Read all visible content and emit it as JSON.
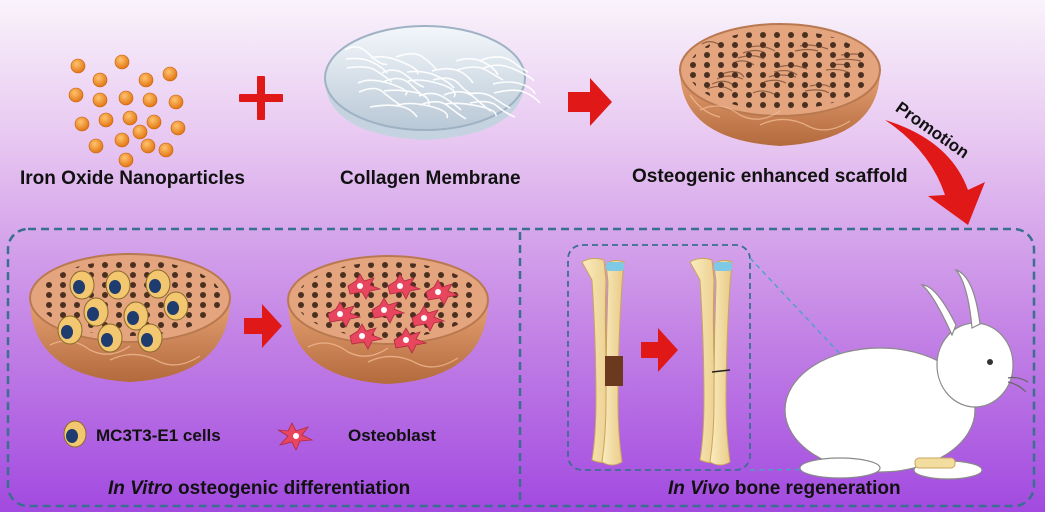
{
  "labels": {
    "iron_oxide": "Iron Oxide Nanoparticles",
    "collagen": "Collagen Membrane",
    "scaffold": "Osteogenic enhanced scaffold",
    "promotion": "Promotion",
    "cells": "MC3T3-E1 cells",
    "osteoblast": "Osteoblast",
    "in_vitro_em": "In Vitro",
    "in_vitro_rest": " osteogenic differentiation",
    "in_vivo_em": "In Vivo",
    "in_vivo_rest": " bone regeneration"
  },
  "colors": {
    "nanoparticle": "#f28a1e",
    "plus": "#e01818",
    "arrow": "#e01818",
    "scaffold_body": "#d28a5c",
    "cell": "#f2c770",
    "cell_nucleus": "#1e3c70",
    "osteoblast": "#e8465e",
    "panel_border": "#3a6f8f",
    "bone": "#f3dd9e",
    "bone_joint": "#7ec9e6",
    "defect": "#6b3a1e",
    "rabbit": "#ffffff"
  }
}
